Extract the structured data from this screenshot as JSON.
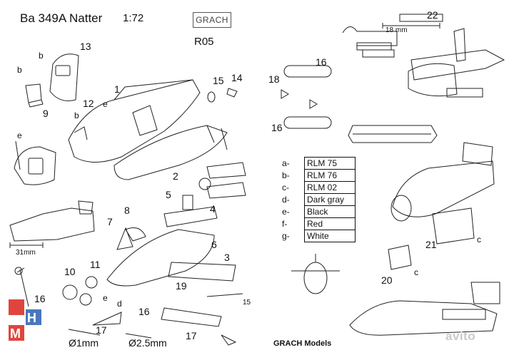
{
  "header": {
    "title": "Ba 349A Natter",
    "scale": "1:72",
    "brand": "GRACH",
    "code": "R05"
  },
  "part_numbers": [
    "13",
    "b",
    "b",
    "9",
    "1",
    "12",
    "e",
    "b",
    "15",
    "14",
    "e",
    "2",
    "5",
    "4",
    "7",
    "8",
    "6",
    "3",
    "11",
    "10",
    "19",
    "e",
    "16",
    "17",
    "d",
    "16",
    "17",
    "22",
    "16",
    "18",
    "16",
    "21",
    "c",
    "20",
    "c"
  ],
  "dimensions": {
    "d_31": "31mm",
    "d_18": "18 mm",
    "d_15": "15",
    "wire_1": "Ø1mm",
    "wire_2": "Ø2.5mm"
  },
  "legend": [
    {
      "key": "a-",
      "value": "RLM 75"
    },
    {
      "key": "b-",
      "value": "RLM 76"
    },
    {
      "key": "c-",
      "value": "RLM 02"
    },
    {
      "key": "d-",
      "value": "Dark gray"
    },
    {
      "key": "e-",
      "value": "Black"
    },
    {
      "key": "f-",
      "value": "Red"
    },
    {
      "key": "g-",
      "value": "White"
    }
  ],
  "footer": "GRACH Models",
  "watermark": "avito",
  "logo_letters": "HM",
  "colors": {
    "line": "#222222",
    "logo_red": "#d9241b",
    "logo_blue": "#2a5fb0"
  }
}
